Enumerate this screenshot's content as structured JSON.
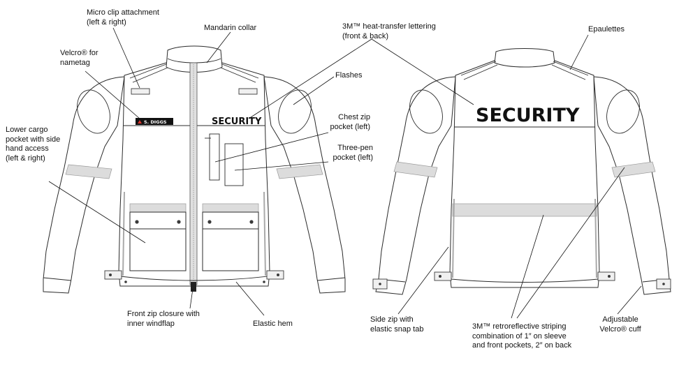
{
  "colors": {
    "outline": "#2b2b2b",
    "stripe": "#dcdcdc",
    "nametag_bg": "#111111",
    "nametag_mark": "#d9342b",
    "text": "#111111"
  },
  "jacket_print": {
    "front_lettering": "SECURITY",
    "back_lettering": "SECURITY",
    "nametag_text": "S. DIGGS"
  },
  "callouts": {
    "micro_clip": "Micro clip attachment\n(left & right)",
    "velcro_nametag": "Velcro® for\nnametag",
    "mandarin_collar": "Mandarin collar",
    "lettering": "3M™ heat-transfer lettering\n(front & back)",
    "flashes": "Flashes",
    "chest_zip": "Chest zip\npocket (left)",
    "three_pen": "Three-pen\npocket (left)",
    "cargo": "Lower cargo\npocket with side\nhand access\n(left & right)",
    "front_zip": "Front zip closure with\ninner windflap",
    "elastic_hem": "Elastic hem",
    "epaulettes": "Epaulettes",
    "side_zip": "Side zip with\nelastic snap tab",
    "striping": "3M™ retroreflective striping\ncombination of 1″ on sleeve\nand front pockets, 2″ on back",
    "cuff": "Adjustable\nVelcro® cuff"
  }
}
